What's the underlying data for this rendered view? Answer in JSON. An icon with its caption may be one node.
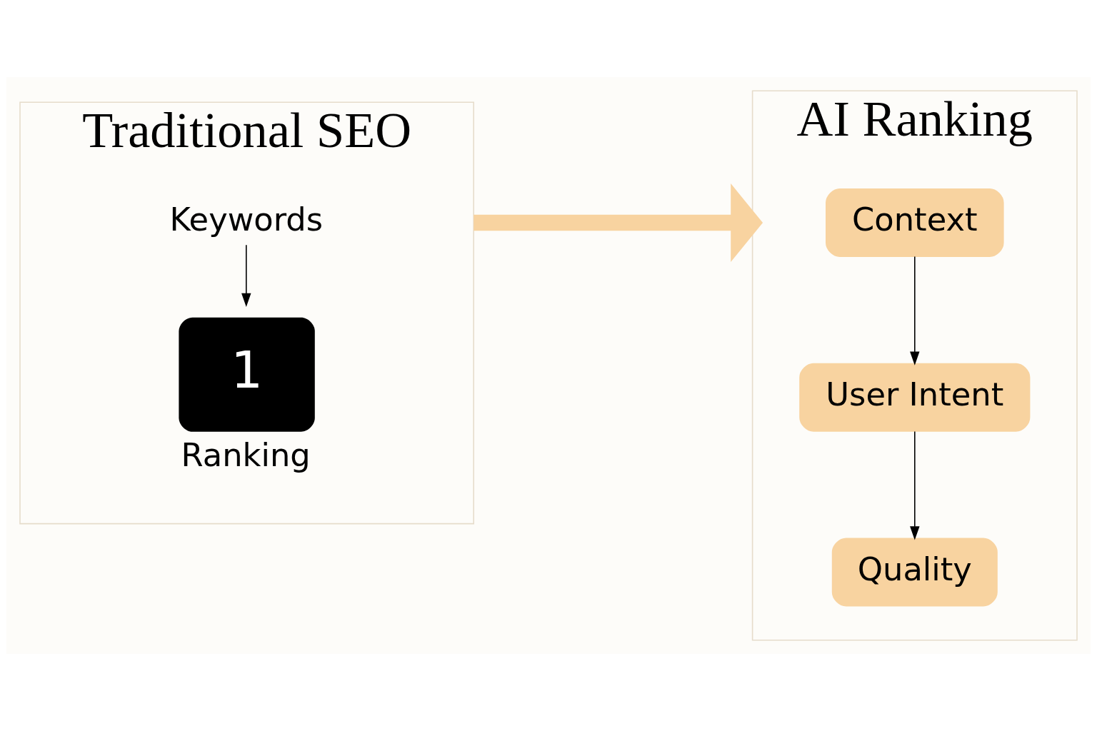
{
  "diagram": {
    "nodes": [
      {
        "text": [
          "Traditional SEO"
        ]
      },
      {
        "text": [
          "Keywords"
        ],
        "in": 0
      },
      {
        "text": [
          "1"
        ],
        "in": 0,
        "beside": [
          "Ranking"
        ]
      },
      {
        "text": [
          "AI Ranking"
        ]
      },
      {
        "text": [
          "Context"
        ],
        "in": 3
      },
      {
        "text": [
          "User Intent"
        ],
        "in": 3
      },
      {
        "text": [
          "Quality"
        ],
        "in": 3
      }
    ],
    "edges": [
      {
        "from": 1,
        "to": 2,
        "arrow": "to"
      },
      {
        "from": 0,
        "to": 3,
        "arrow": "to",
        "style": "thick",
        "color": "#f8d3a0"
      },
      {
        "from": 4,
        "to": 5,
        "arrow": "to"
      },
      {
        "from": 5,
        "to": 6,
        "arrow": "to"
      }
    ]
  }
}
